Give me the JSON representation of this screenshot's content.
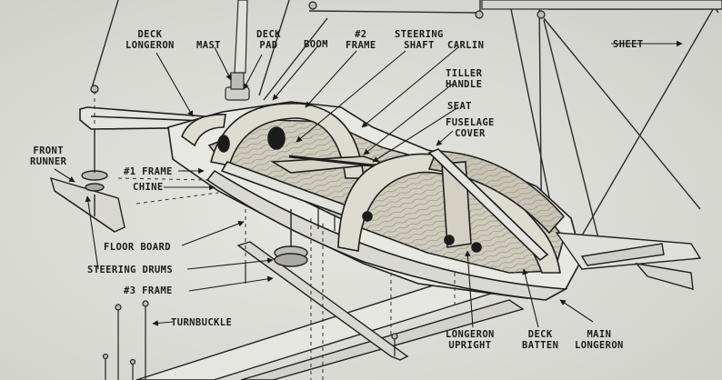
{
  "labels": {
    "deck_longeron": "DECK\nLONGERON",
    "mast": "MAST",
    "deck_pad": "DECK\nPAD",
    "boom": "BOOM",
    "frame_2": "#2\nFRAME",
    "steering_shaft": "STEERING\nSHAFT",
    "carlin": "CARLIN",
    "sheet": "SHEET",
    "tiller_handle": "TILLER\nHANDLE",
    "seat": "SEAT",
    "fuselage_cover": "FUSELAGE\nCOVER",
    "front_runner": "FRONT\nRUNNER",
    "frame_1": "#1 FRAME",
    "chine": "CHINE",
    "floor_board": "FLOOR BOARD",
    "steering_drums": "STEERING DRUMS",
    "frame_3": "#3 FRAME",
    "turnbuckle": "TURNBUCKLE",
    "longeron_upright": "LONGERON\nUPRIGHT",
    "deck_batten": "DECK\nBATTEN",
    "main_longeron": "MAIN\nLONGERON"
  },
  "colors": {
    "ink": "#1b1b1b",
    "paper": "#dcdcd6",
    "wood": "#c9c4b4"
  }
}
